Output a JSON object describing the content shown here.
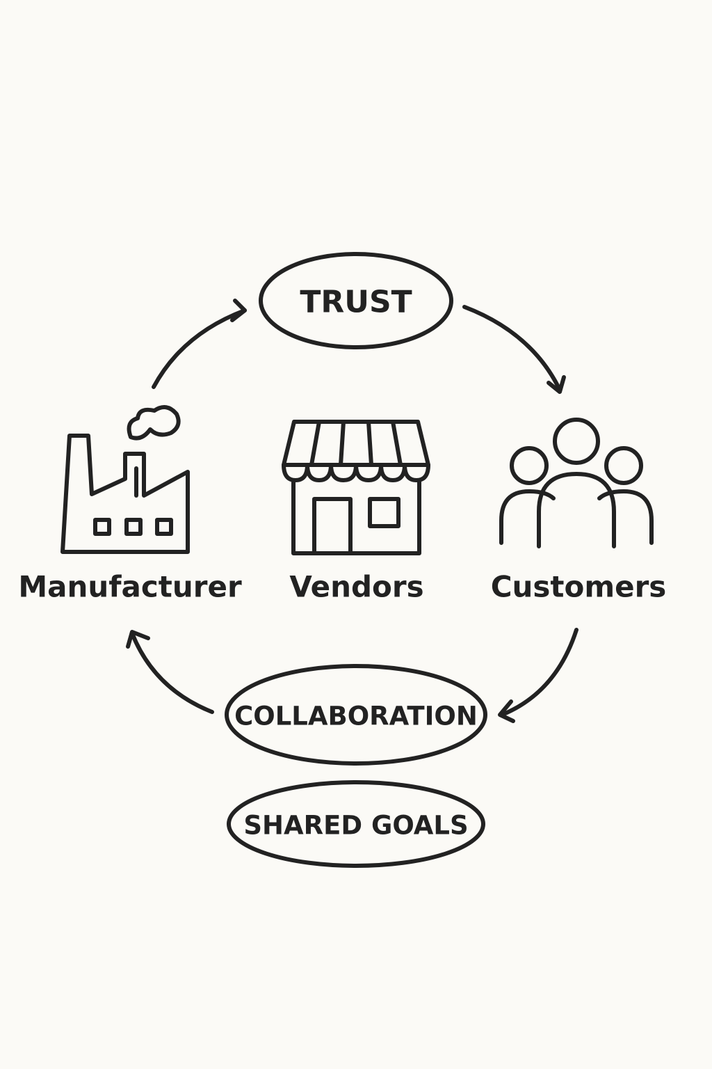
{
  "ovals": {
    "trust": "TRUST",
    "collaboration": "COLLABORATION",
    "shared_goals": "SHARED GOALS"
  },
  "nodes": {
    "manufacturer": {
      "label": "Manufacturer",
      "icon": "factory-icon"
    },
    "vendors": {
      "label": "Vendors",
      "icon": "storefront-icon"
    },
    "customers": {
      "label": "Customers",
      "icon": "people-group-icon"
    }
  },
  "colors": {
    "background": "#fbfaf6",
    "ink": "#222222"
  }
}
